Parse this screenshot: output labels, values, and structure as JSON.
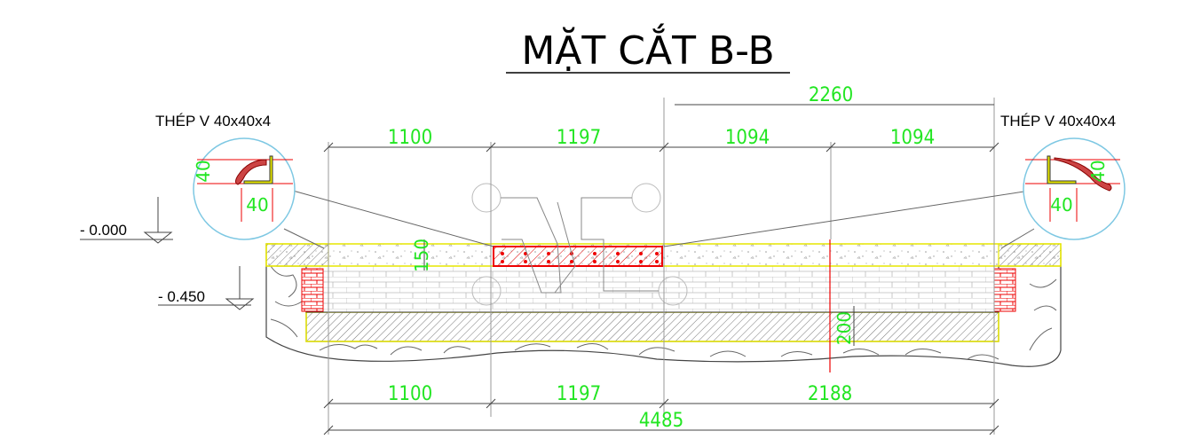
{
  "title": "MẶT CẮT B-B",
  "steel_label_left": "THÉP V 40x40x4",
  "steel_label_right": "THÉP V 40x40x4",
  "elevations": {
    "top": "- 0.000",
    "bottom": "- 0.450"
  },
  "dims_top": {
    "overall": "2260",
    "d1": "1100",
    "d2": "1197",
    "d3": "1094",
    "d4": "1094"
  },
  "dims_bottom": {
    "d1": "1100",
    "d2": "1197",
    "d3": "2188",
    "overall": "4485"
  },
  "dims_vertical": {
    "slab": "150",
    "base": "200"
  },
  "detail_dims": {
    "left_h": "40",
    "left_w": "40",
    "right_h": "40",
    "right_w": "40"
  },
  "colors": {
    "dimension": "#22e622",
    "section_line": "#e6e600",
    "rebar": "#e60000",
    "outline": "#333333"
  }
}
